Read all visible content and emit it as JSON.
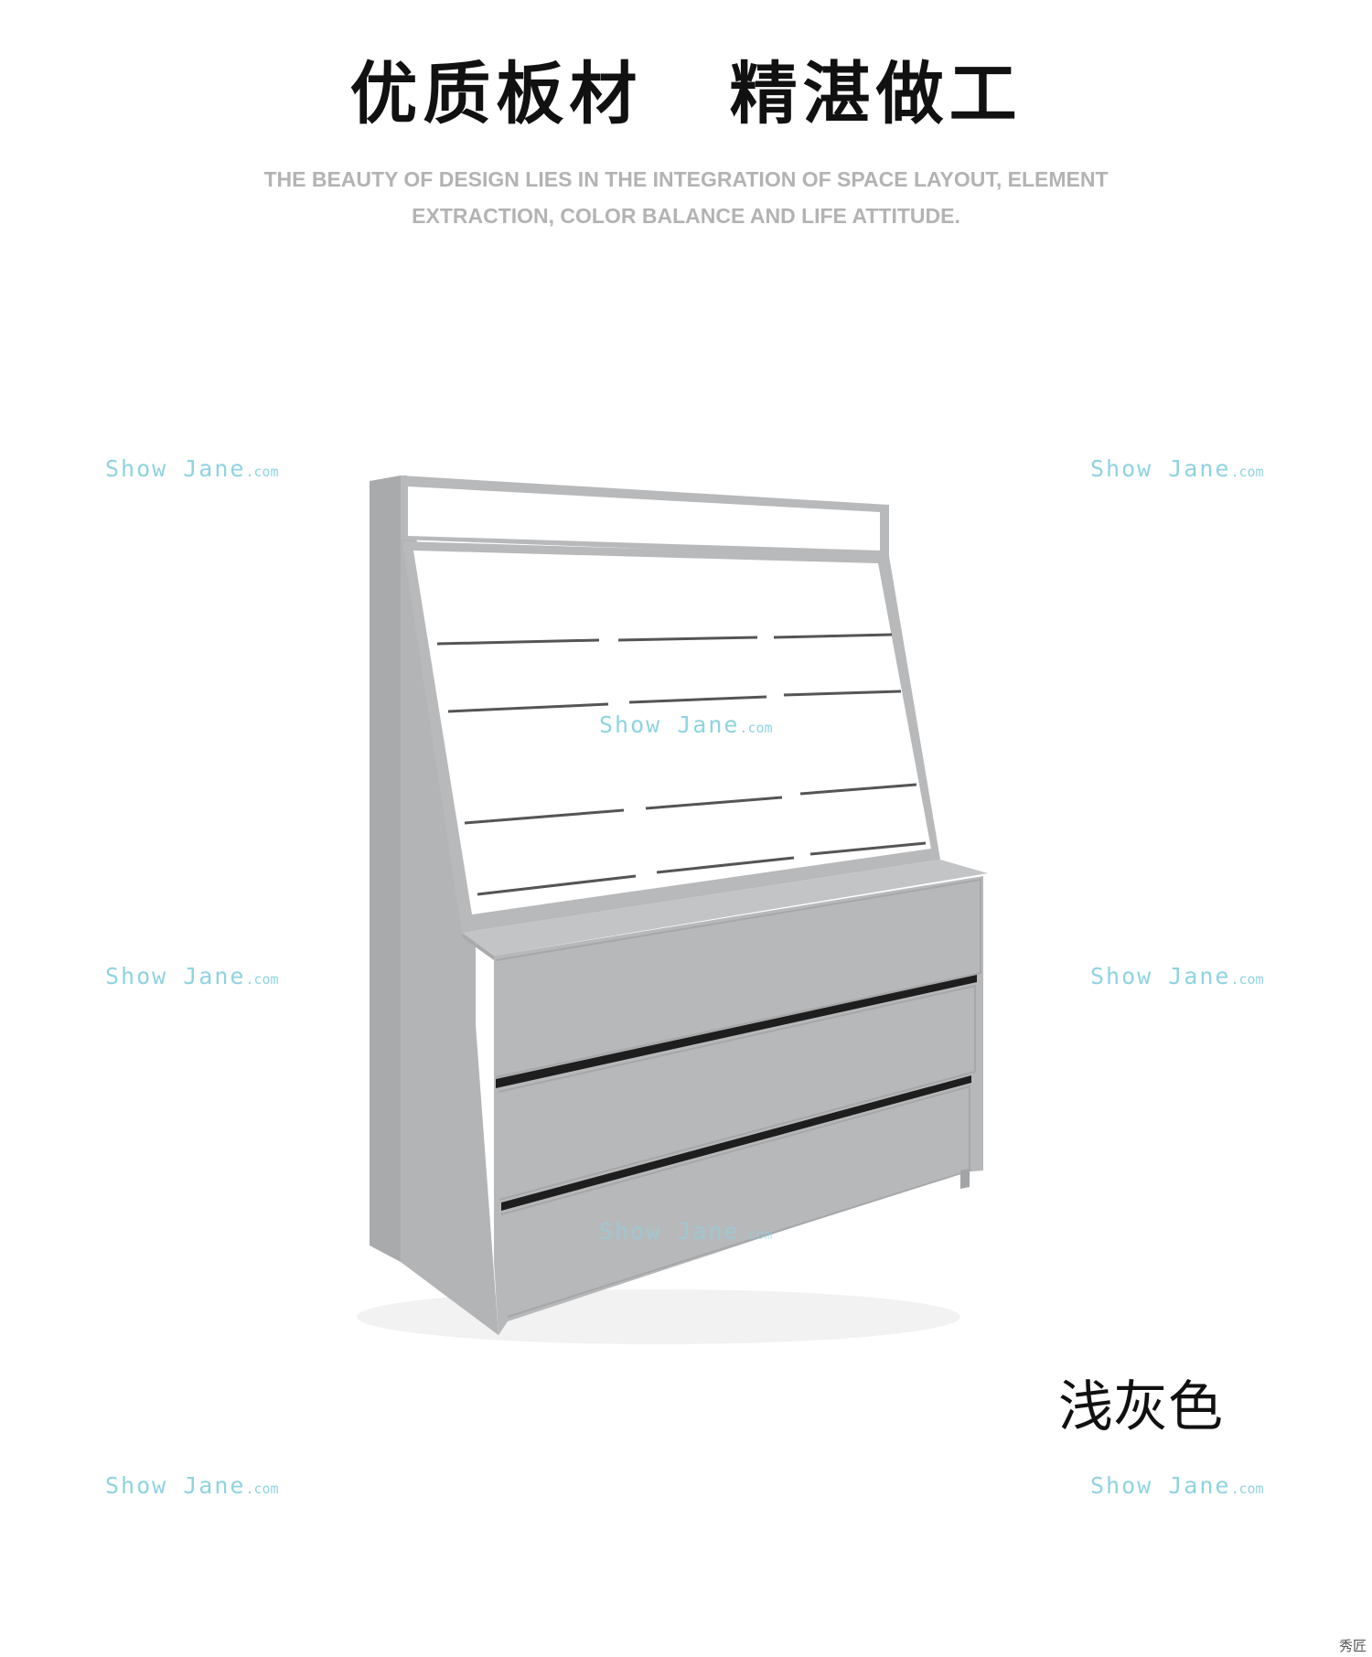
{
  "header": {
    "title": "优质板材   精湛做工",
    "subtitle_line1": "THE BEAUTY OF DESIGN LIES IN THE INTEGRATION OF SPACE LAYOUT, ELEMENT",
    "subtitle_line2": "EXTRACTION, COLOR BALANCE AND LIFE ATTITUDE."
  },
  "product": {
    "color_label": "浅灰色",
    "icon": "display-cabinet-with-drawers"
  },
  "watermark": {
    "text": "Show Jane",
    "suffix": ".com",
    "color": "#8fd3e0"
  },
  "brand": {
    "text": "秀匠"
  },
  "colors": {
    "cabinet_body": "#b7b8ba",
    "cabinet_side": "#a9aaac",
    "panel": "#ffffff",
    "shelf_lines": "#555555"
  }
}
